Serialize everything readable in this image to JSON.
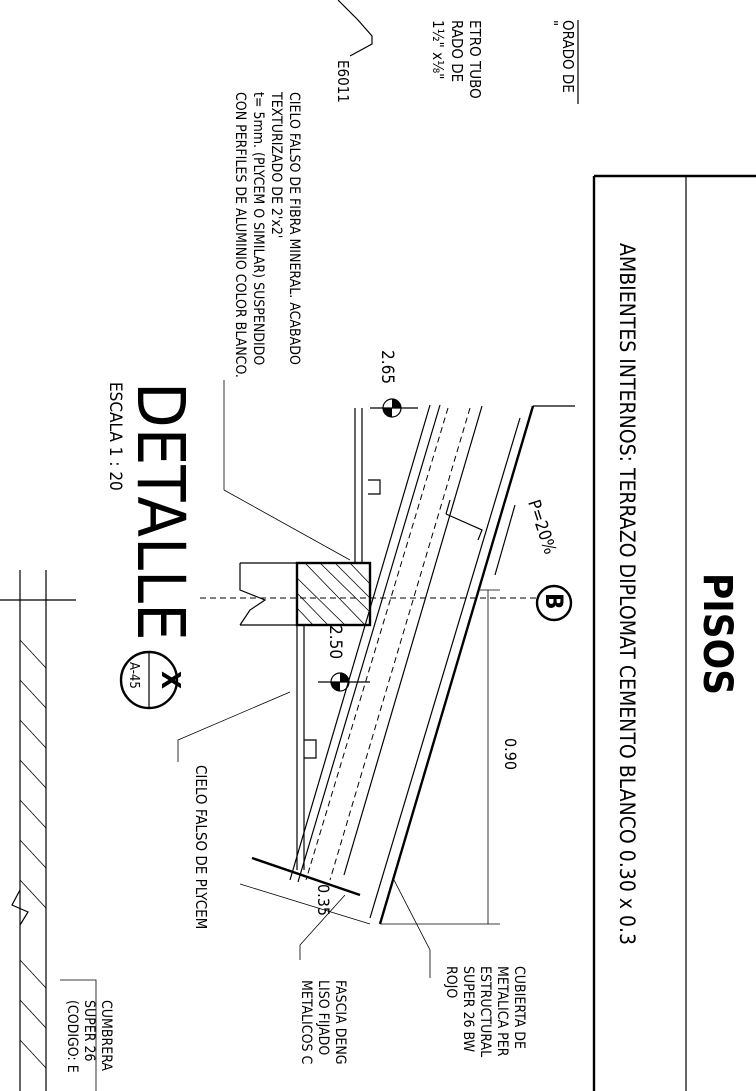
{
  "notes": {
    "top_fragment_1": "ORADO DE",
    "top_fragment_2": "\"",
    "tubo_1": "ETRO TUBO",
    "tubo_2": "RADO DE",
    "tubo_3": "1½\" x⅛\"",
    "electrode": "E6011",
    "cielo_1": "CIELO FALSO DE FIBRA MINERAL. ACABADO",
    "cielo_2": "TEXTURIZADO DE 2'x2'",
    "cielo_3": "t= 5mm. (PLYCEM O SIMILAR) SUSPENDIDO",
    "cielo_4": "CON PERFILES DE ALUMINIO COLOR BLANCO.",
    "plycem": "CIELO FALSO DE PLYCEM",
    "cubierta_1": "CUBIERTA DE",
    "cubierta_2": "METALICA PER",
    "cubierta_3": "ESTRUCTURAL",
    "cubierta_4": "SUPER 26 BW",
    "cubierta_5": "ROJO",
    "fascia_1": "FASCIA DENG",
    "fascia_2": "LISO FIJADO",
    "fascia_3": "METALICOS C",
    "cumbrera_1": "CUMBRERA",
    "cumbrera_2": "SUPER 26",
    "cumbrera_3": "(CODIGO: E"
  },
  "detail": {
    "title": "DETALLE",
    "scale": "ESCALA 1 : 20",
    "ref_letter": "X",
    "ref_sheet": "A-45",
    "axis": "B",
    "slope": "P=20%",
    "level_1": "2.65",
    "level_2": "2.50",
    "dim_1": "0.90",
    "dim_2": "0.35"
  },
  "floors": {
    "title": "PISOS",
    "spec": "AMBIENTES INTERNOS: TERRAZO DIPLOMAT CEMENTO BLANCO 0.30 x 0.3"
  }
}
